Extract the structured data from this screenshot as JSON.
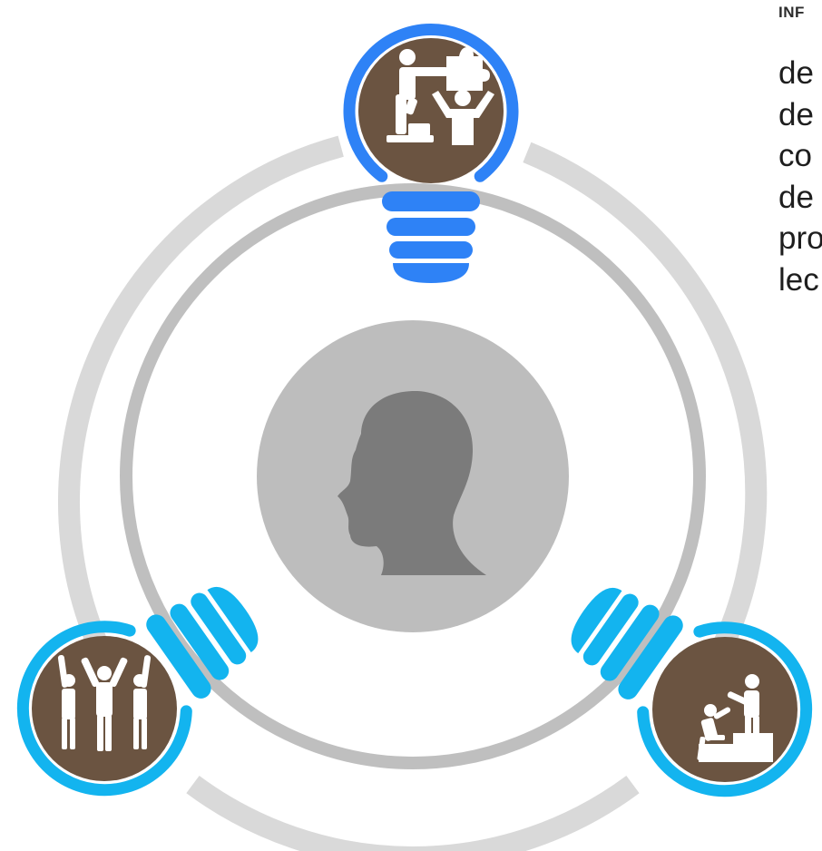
{
  "info": {
    "heading": "INF",
    "lines": [
      "de",
      "de",
      "co",
      "de",
      "pro",
      "lec"
    ]
  },
  "colors": {
    "outer_ring": "#d9d9d9",
    "inner_ring": "#bfbfbf",
    "center_disc": "#bdbdbd",
    "head_silhouette": "#7b7b7b",
    "top_bulb_accent": "#2e82f6",
    "side_bulb_accent": "#13b4ef",
    "icon_disc": "#6b5441",
    "icon_figures": "#ffffff"
  },
  "nodes": [
    {
      "position": "top",
      "icon": "puzzle-assembly-icon"
    },
    {
      "position": "bottom-left",
      "icon": "team-high-five-icon"
    },
    {
      "position": "bottom-right",
      "icon": "helping-hand-climb-icon"
    }
  ],
  "center_icon": "head-profile-icon"
}
